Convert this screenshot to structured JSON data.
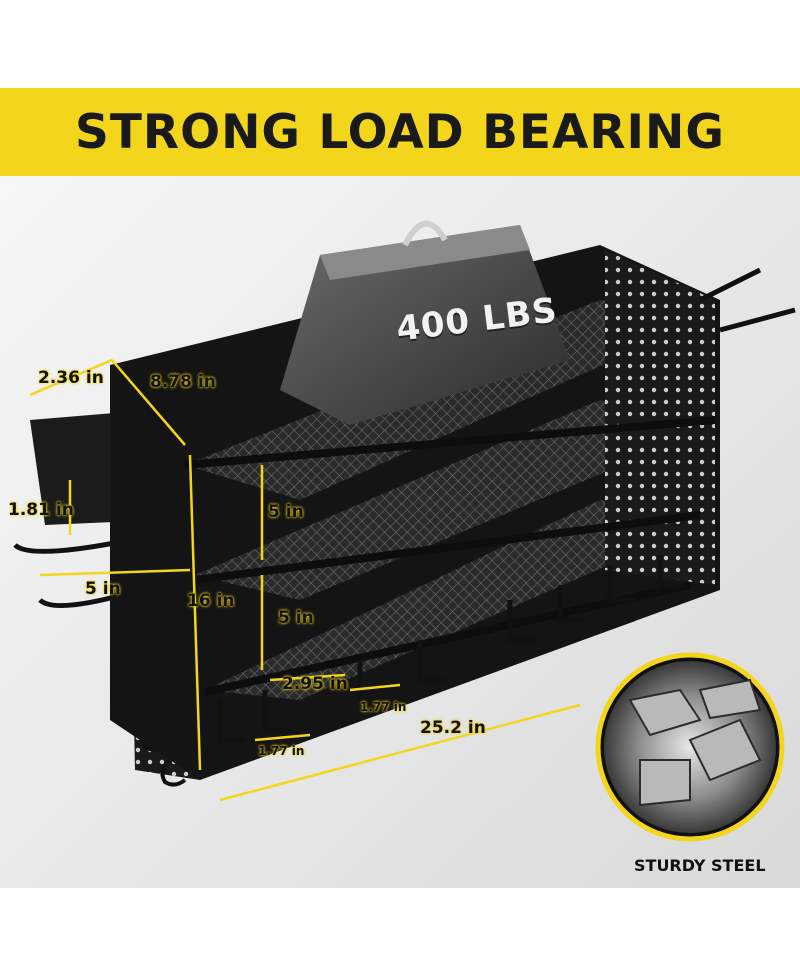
{
  "banner": {
    "title": "STRONG LOAD BEARING"
  },
  "weight": {
    "label": "400 LBS"
  },
  "dimensions": {
    "d1": "2.36 in",
    "d2": "8.78 in",
    "d3": "1.81 in",
    "d4": "5 in",
    "d5": "5 in",
    "d6": "16 in",
    "d7": "5 in",
    "d8": "2.95 in",
    "d9": "1.77 in",
    "d10": "1.77 in",
    "d11": "25.2 in"
  },
  "badge": {
    "caption": "STURDY STEEL"
  },
  "colors": {
    "banner": "#f3d61c",
    "accent": "#f3d61c",
    "rack": "#151515"
  }
}
